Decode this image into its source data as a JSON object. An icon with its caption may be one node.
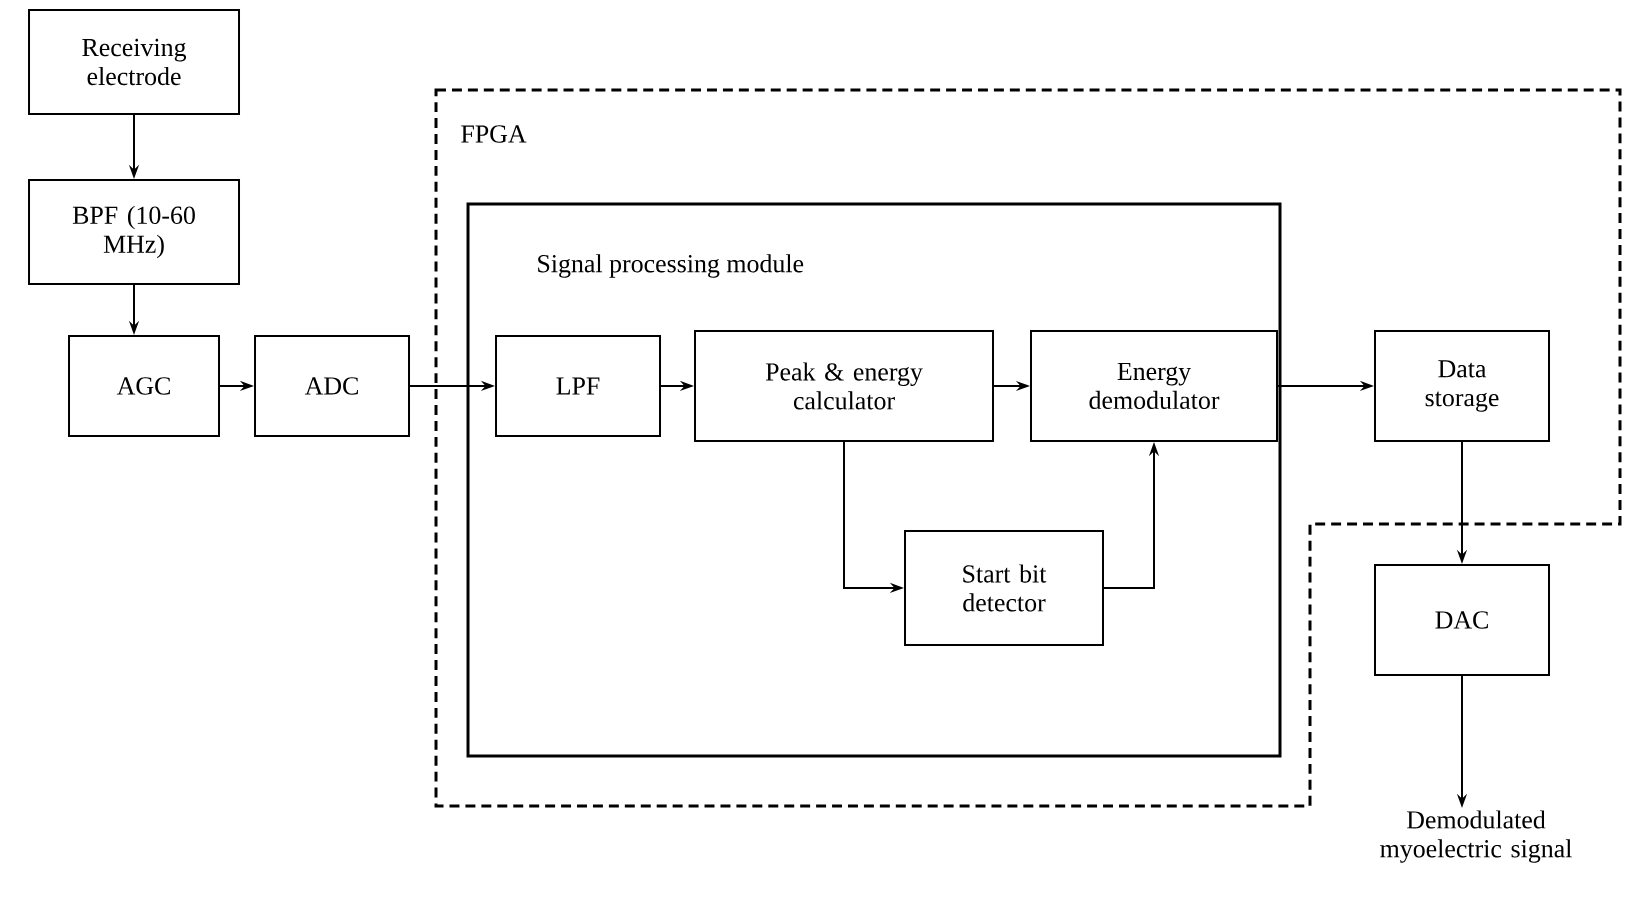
{
  "diagram": {
    "nodes": [
      {
        "text": [
          "Receiving electrode"
        ]
      },
      {
        "text": [
          "BPF (10-60 MHz)"
        ]
      },
      {
        "text": [
          "AGC"
        ]
      },
      {
        "text": [
          "ADC"
        ]
      },
      {
        "text": [
          "FPGA"
        ]
      },
      {
        "text": [
          "Signal processing module"
        ],
        "in": 4
      },
      {
        "text": [
          "LPF"
        ],
        "in": 5
      },
      {
        "text": [
          "Peak & energy calculator"
        ],
        "in": 5
      },
      {
        "text": [
          "Energy demodulator"
        ],
        "in": 5
      },
      {
        "text": [
          "Start bit detector"
        ],
        "in": 5
      },
      {
        "text": [
          "Data storage"
        ],
        "in": 4
      },
      {
        "text": [
          "DAC"
        ]
      },
      {
        "text": [
          "Demodulated myoelectric signal"
        ]
      }
    ],
    "edges": [
      {
        "from": 0,
        "to": 1,
        "arrow": "to"
      },
      {
        "from": 1,
        "to": 2,
        "arrow": "to"
      },
      {
        "from": 2,
        "to": 3,
        "arrow": "to"
      },
      {
        "from": 3,
        "to": 6,
        "arrow": "to"
      },
      {
        "from": 6,
        "to": 7,
        "arrow": "to"
      },
      {
        "from": 7,
        "to": 8,
        "arrow": "to"
      },
      {
        "from": 7,
        "to": 9,
        "arrow": "to"
      },
      {
        "from": 9,
        "to": 8,
        "arrow": "to"
      },
      {
        "from": 8,
        "to": 10,
        "arrow": "to"
      },
      {
        "from": 10,
        "to": 11,
        "arrow": "to"
      },
      {
        "from": 11,
        "to": 12,
        "arrow": "to"
      }
    ]
  }
}
